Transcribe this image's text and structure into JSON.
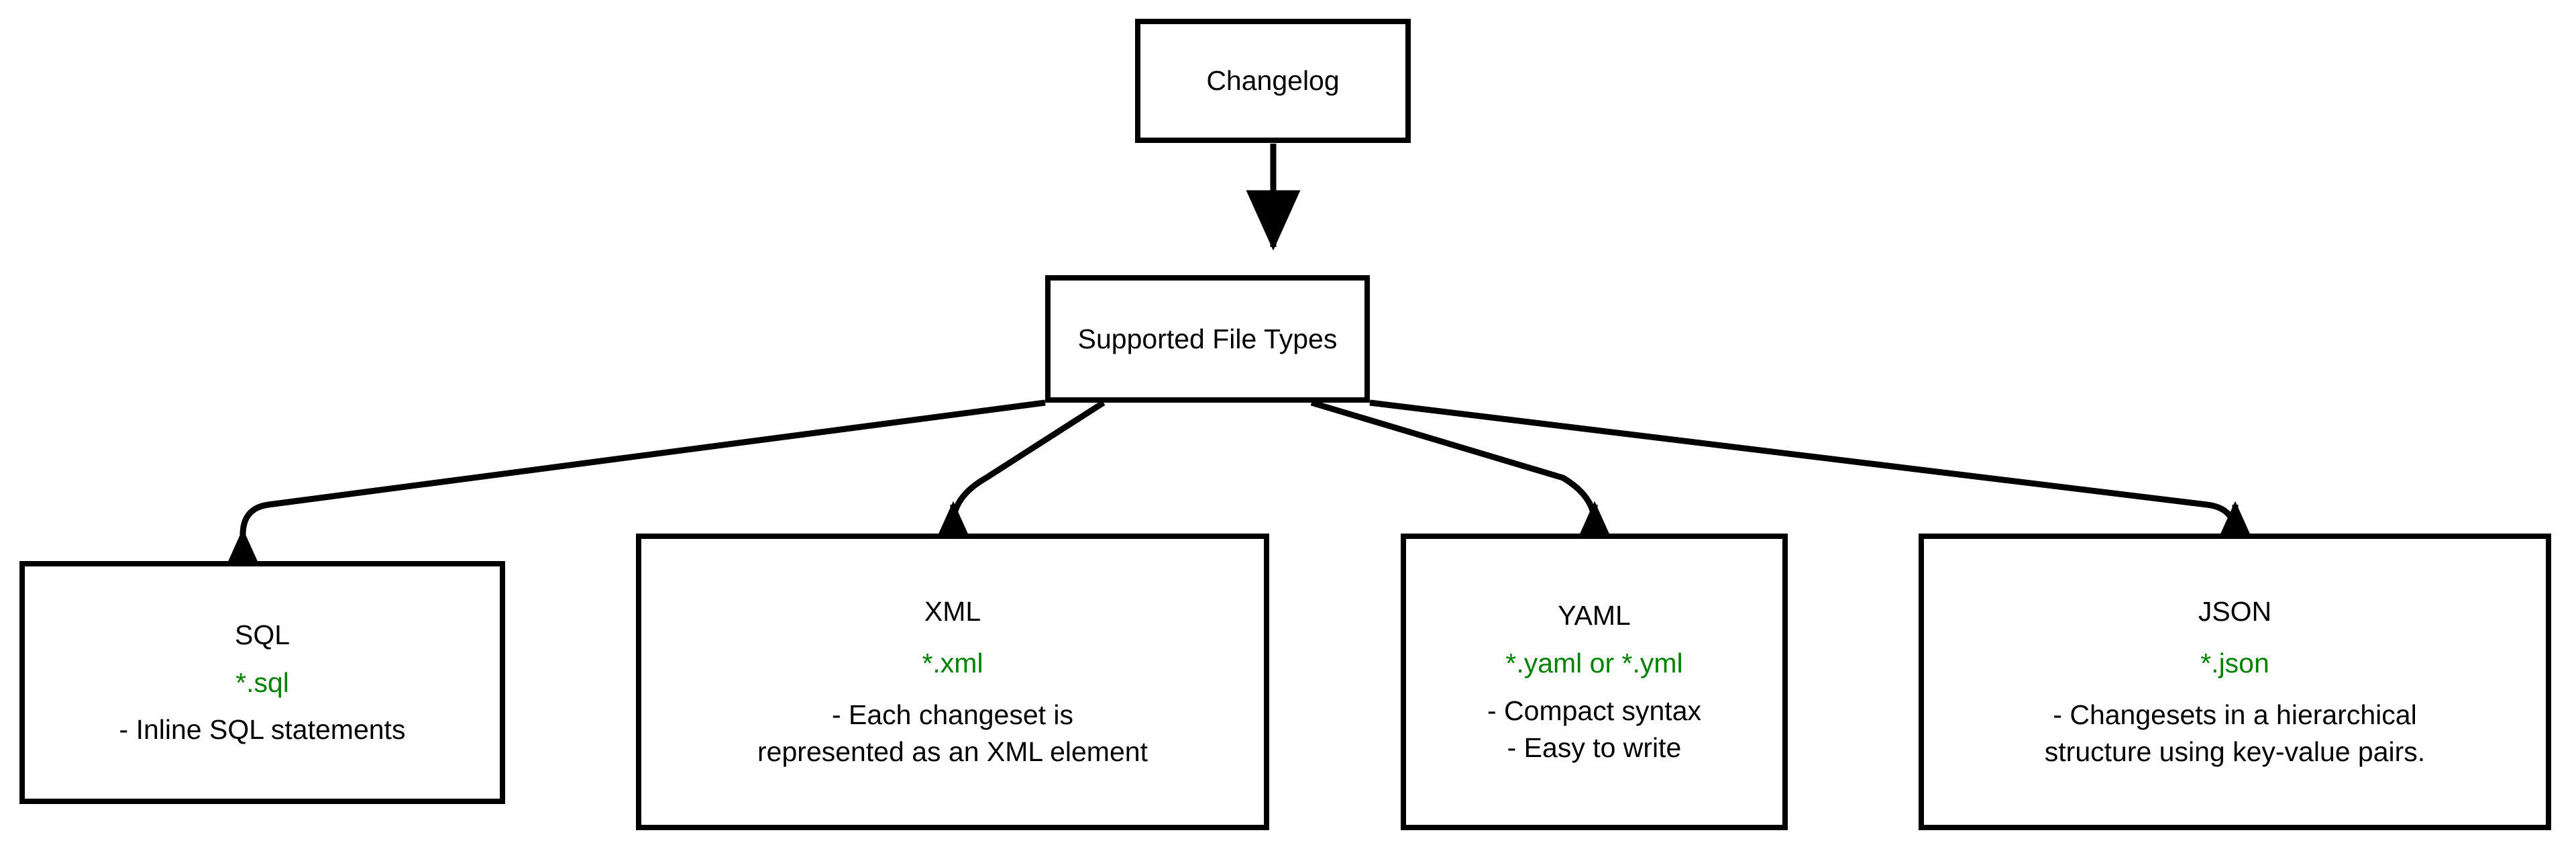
{
  "diagram": {
    "type": "flowchart",
    "direction": "top-down",
    "background_color": "#ffffff",
    "node_border_color": "#000000",
    "node_fill_color": "#ffffff",
    "text_color": "#000000",
    "extension_text_color": "#008000",
    "edge_color": "#000000"
  },
  "nodes": {
    "changelog": {
      "id": "changelog",
      "title": "Changelog"
    },
    "supported_file_types": {
      "id": "supported_file_types",
      "title": "Supported File Types"
    },
    "sql": {
      "id": "sql",
      "title": "SQL",
      "extension": "*.sql",
      "bullet_1": "- Inline SQL statements"
    },
    "xml": {
      "id": "xml",
      "title": "XML",
      "extension": "*.xml",
      "bullet_1": "- Each changeset is",
      "bullet_2": "represented as an XML element"
    },
    "yaml": {
      "id": "yaml",
      "title": "YAML",
      "extension": "*.yaml or *.yml",
      "bullet_1": "- Compact syntax",
      "bullet_2": "- Easy to write"
    },
    "json": {
      "id": "json",
      "title": "JSON",
      "extension": "*.json",
      "bullet_1": "- Changesets in a hierarchical",
      "bullet_2": "structure using key-value pairs."
    }
  },
  "edges": [
    {
      "id": "edge-changelog-supported",
      "from": "changelog",
      "to": "supported_file_types",
      "style": "straight-arrow",
      "label": ""
    },
    {
      "id": "edge-supported-sql",
      "from": "supported_file_types",
      "to": "sql",
      "style": "elbow-arrow",
      "label": ""
    },
    {
      "id": "edge-supported-xml",
      "from": "supported_file_types",
      "to": "xml",
      "style": "elbow-arrow",
      "label": ""
    },
    {
      "id": "edge-supported-yaml",
      "from": "supported_file_types",
      "to": "yaml",
      "style": "elbow-arrow",
      "label": ""
    },
    {
      "id": "edge-supported-json",
      "from": "supported_file_types",
      "to": "json",
      "style": "elbow-arrow",
      "label": ""
    }
  ]
}
